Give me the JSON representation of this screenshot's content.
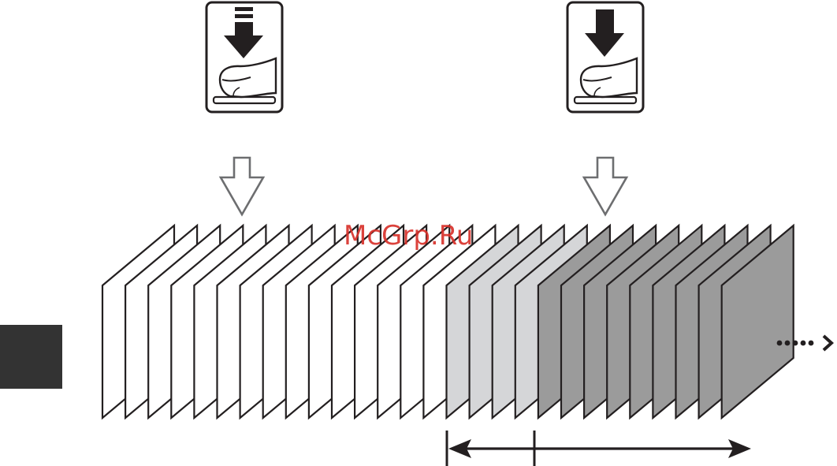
{
  "watermark": {
    "text": "McGrp.Ru"
  },
  "icons": {
    "half_press": "shutter-half-press-icon",
    "full_press": "shutter-full-press-icon",
    "pointer": "hollow-down-arrow-icon",
    "continuation": "dotted-arrow-right-icon",
    "range": "double-headed-arrow-icon"
  },
  "frames": {
    "groups": [
      {
        "name": "",
        "count": 15,
        "color": "#ffffff"
      },
      {
        "name": "",
        "count": 4,
        "color": "#d5d6d8"
      },
      {
        "name": "",
        "count": 9,
        "color": "#9b9b9b"
      }
    ],
    "stroke": "#231f20"
  },
  "colors": {
    "ink": "#231f20",
    "side_tab": "#333333"
  }
}
